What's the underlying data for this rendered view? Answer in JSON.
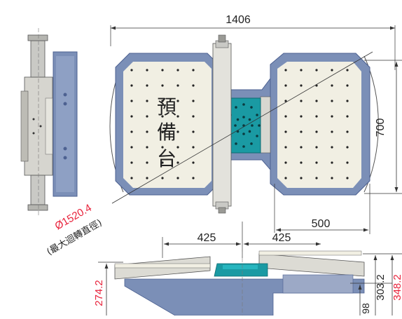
{
  "dimensions": {
    "overall_width": "1406",
    "pallet_depth": "700",
    "pallet_width": "500",
    "offset_left": "425",
    "offset_right": "425",
    "swing_diameter": "Ø1520.4",
    "swing_note": "(最大迴轉直徑)",
    "height_left": "274.2",
    "height_right_a": "303.2",
    "height_right_b": "348.2",
    "height_small": "98"
  },
  "pallet_label": [
    "預",
    "備",
    "台"
  ],
  "colors": {
    "frame_blue": "#7b8fb7",
    "frame_blue_dark": "#4d6191",
    "plate": "#f1efe3",
    "grey": "#c9c9c5",
    "teal": "#1a9aa3",
    "dim_red": "#e8213a",
    "line": "#333333"
  }
}
